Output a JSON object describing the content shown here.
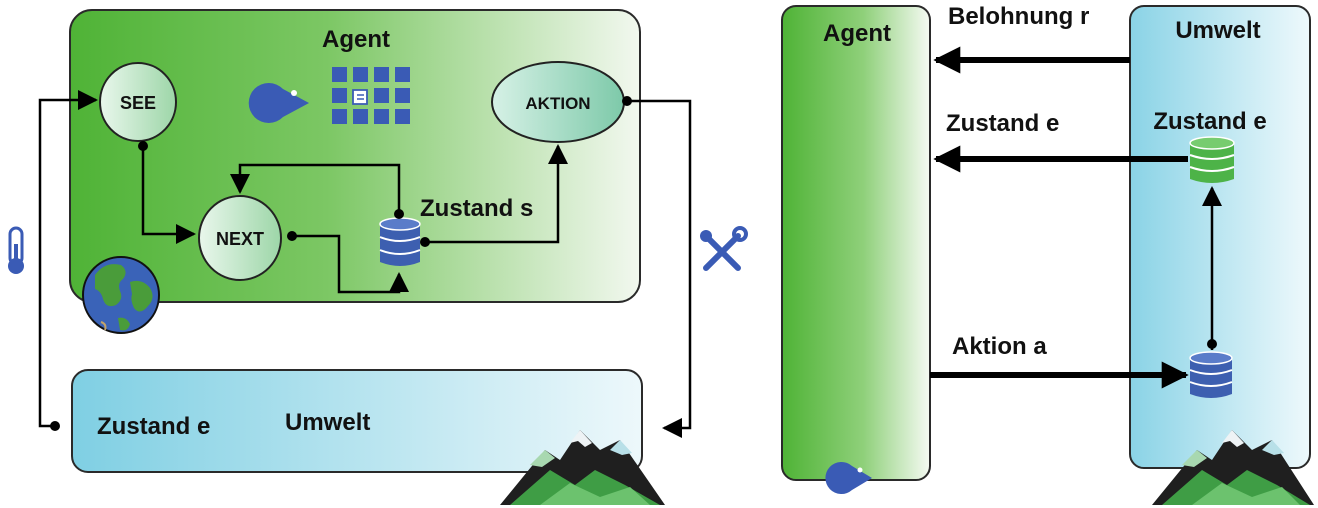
{
  "left_diagram": {
    "agent_title": "Agent",
    "see_label": "SEE",
    "next_label": "NEXT",
    "action_label": "AKTION",
    "internal_state_label": "Zustand s",
    "env_title": "Umwelt",
    "env_state_label": "Zustand e"
  },
  "right_diagram": {
    "agent_title": "Agent",
    "env_title": "Umwelt",
    "reward_label": "Belohnung r",
    "state_arrow_label": "Zustand e",
    "env_state_label": "Zustand e",
    "action_label": "Aktion a"
  },
  "colors": {
    "agent_green": "#5dbb3f",
    "env_blue": "#8fd3e6",
    "node_fill": "#c8ecd0",
    "db_blue": "#3d5fb0",
    "db_green": "#4db348",
    "icon_blue": "#3a5bb5"
  },
  "icons": [
    "pacman-icon",
    "grid-icon",
    "script-icon",
    "globe-icon",
    "thermometer-icon",
    "tools-icon",
    "mountain-icon",
    "database-icon"
  ]
}
